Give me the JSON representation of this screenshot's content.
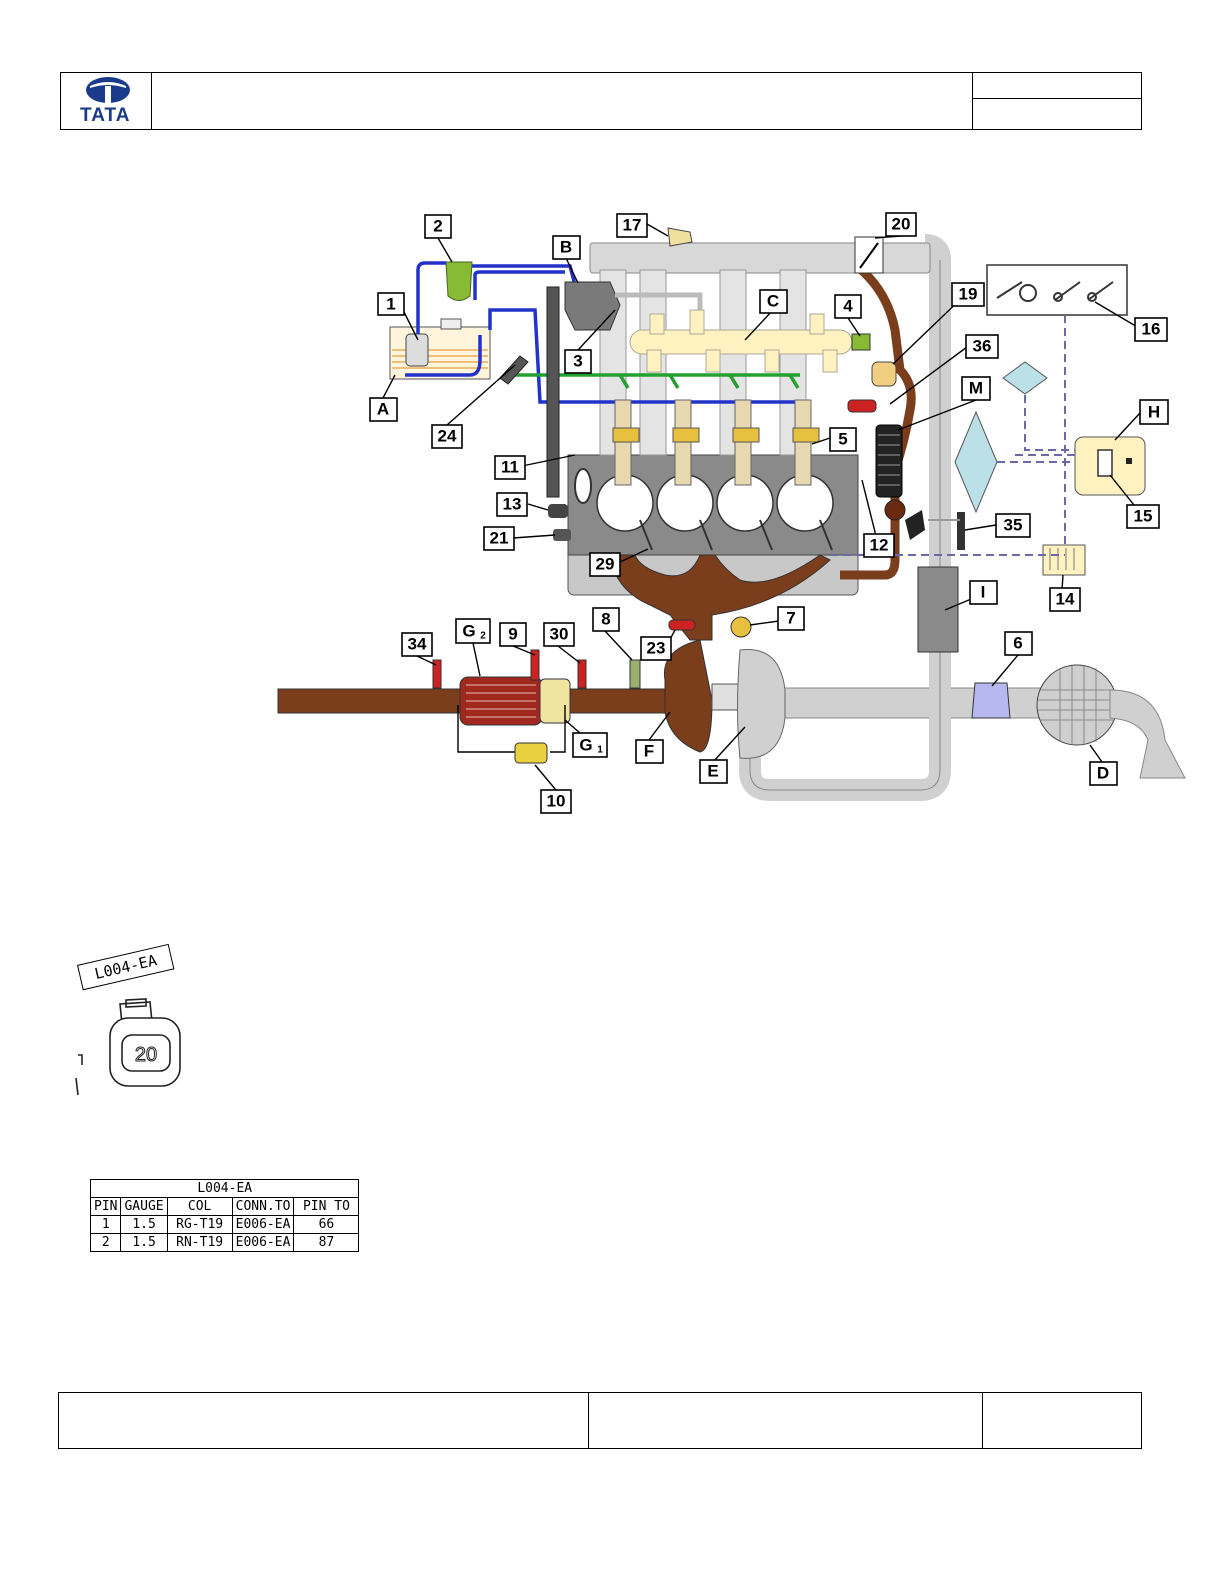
{
  "header": {
    "logo_text": "TATA"
  },
  "labels": {
    "n1": "1",
    "n2": "2",
    "n3": "3",
    "n4": "4",
    "n5": "5",
    "n6": "6",
    "n7": "7",
    "n8": "8",
    "n9": "9",
    "n10": "10",
    "n11": "11",
    "n12": "12",
    "n13": "13",
    "n14": "14",
    "n15": "15",
    "n16": "16",
    "n17": "17",
    "n19": "19",
    "n20": "20",
    "n21": "21",
    "n23": "23",
    "n24": "24",
    "n29": "29",
    "n30": "30",
    "n34": "34",
    "n35": "35",
    "n36": "36",
    "A": "A",
    "B": "B",
    "C": "C",
    "D": "D",
    "E": "E",
    "F": "F",
    "H": "H",
    "I": "I",
    "M": "M",
    "G2": "G",
    "G2_sub": "2",
    "G1": "G",
    "G1_sub": "1"
  },
  "connector": {
    "tag": "L004-EA",
    "pin_mark": "20"
  },
  "table": {
    "title": "L004-EA",
    "headers": [
      "PIN",
      "GAUGE",
      "COL",
      "CONN.TO",
      "PIN TO"
    ],
    "rows": [
      [
        "1",
        "1.5",
        "RG-T19",
        "E006-EA",
        "66"
      ],
      [
        "2",
        "1.5",
        "RN-T19",
        "E006-EA",
        "87"
      ]
    ]
  },
  "colors": {
    "fuel_line": "#2233cc",
    "return_line": "#22a030",
    "exhaust": "#7a3e1c",
    "intake": "#d0d0d0",
    "signal_dash": "#6a6aa8",
    "rail": "#fff2c0",
    "filter": "#88bb33"
  }
}
